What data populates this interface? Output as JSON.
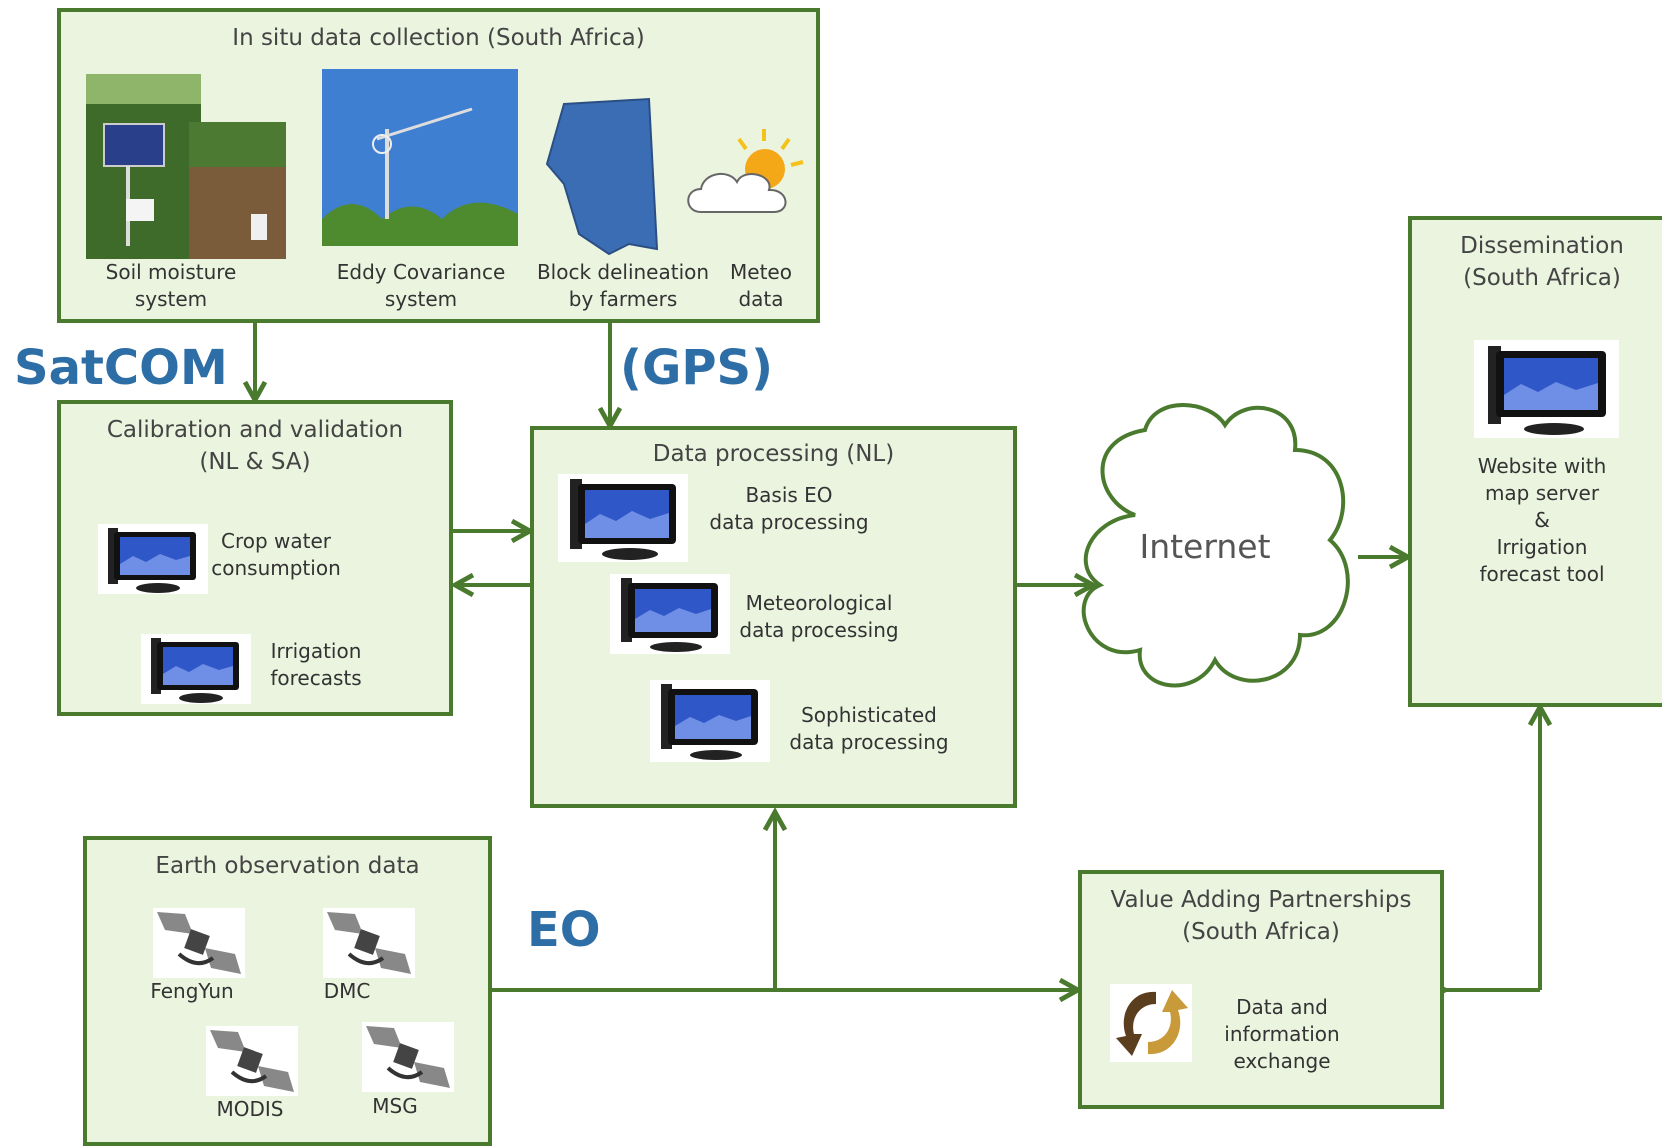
{
  "in_situ": {
    "title": "In situ data collection (South Africa)",
    "items": [
      "Soil moisture\nsystem",
      "Eddy Covariance\nsystem",
      "Block delineation\nby farmers",
      "Meteo\ndata"
    ]
  },
  "calibration": {
    "title": "Calibration and validation\n(NL & SA)",
    "items": [
      "Crop water\nconsumption",
      "Irrigation\nforecasts"
    ]
  },
  "processing": {
    "title": "Data processing (NL)",
    "items": [
      "Basis EO\ndata processing",
      "Meteorological\ndata processing",
      "Sophisticated\ndata processing"
    ]
  },
  "earth_observation": {
    "title": "Earth observation data",
    "satellites": [
      "FengYun",
      "DMC",
      "MODIS",
      "MSG"
    ]
  },
  "value_adding": {
    "title": "Value Adding Partnerships\n(South Africa)",
    "item": "Data and\ninformation\nexchange"
  },
  "dissemination": {
    "title": "Dissemination\n(South Africa)",
    "item": "Website with\nmap server\n&\nIrrigation\nforecast tool"
  },
  "internet": {
    "label": "Internet"
  },
  "links": {
    "satcom": "SatCOM",
    "gps": "(GPS)",
    "eo": "EO"
  },
  "colors": {
    "box_fill": "#ebf4df",
    "box_border": "#4a7a2e",
    "arrow": "#4a7a2e",
    "link_text": "#2e6ea6"
  },
  "icons": [
    "computer-monitor-icon",
    "satellite-icon",
    "exchange-cycle-icon",
    "cloud-icon",
    "sun-cloud-icon",
    "field-block-icon"
  ]
}
